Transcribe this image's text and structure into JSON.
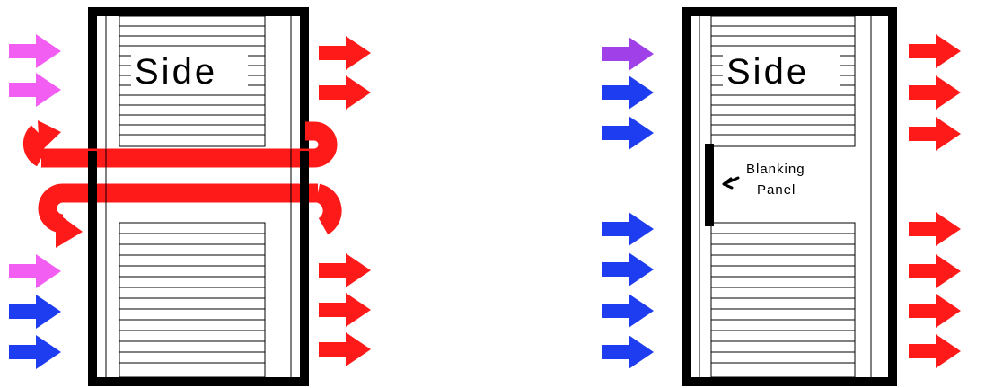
{
  "colors": {
    "background": "#ffffff",
    "frame": "#000000",
    "hot_air": "#ff1a1a",
    "cold_air": "#1f3df0",
    "mixed_air": "#f25ef2",
    "mixed_air_dark": "#a040e8"
  },
  "icons": {
    "airflow_arrow": "right-arrow-icon",
    "recirculation": "u-turn-arrow-icon",
    "pointer": "pointer-arrow-icon"
  },
  "left_rack": {
    "side_label": "Side"
  },
  "right_rack": {
    "side_label": "Side",
    "blanking_panel_label_line1": "Blanking",
    "blanking_panel_label_line2": "Panel"
  }
}
